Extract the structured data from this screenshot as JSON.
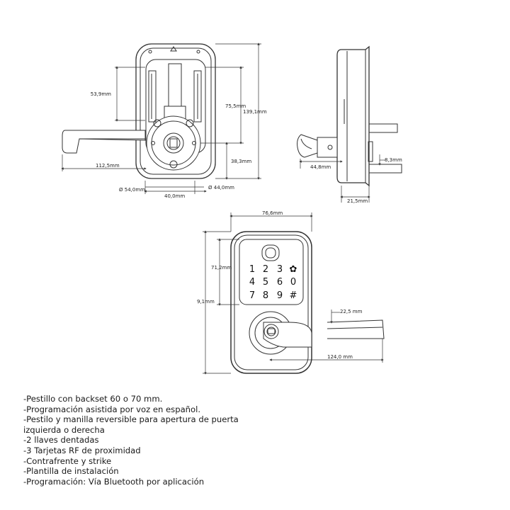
{
  "dimensions": {
    "d53_9": "53,9mm",
    "d75_5": "75,5mm",
    "d139_1": "139,1mm",
    "d112_5": "112,5mm",
    "d38_3": "38,3mm",
    "d54_0": "Ø 54,0mm",
    "d44_0": "Ø 44,0mm",
    "d40_0": "40,0mm",
    "d8_3": "8,3mm",
    "d44_8": "44,8mm",
    "d21_5": "21,5mm",
    "d76_6": "76,6mm",
    "d71_2": "71,2mm",
    "d9_1": "9,1mm",
    "d22_5": "22,5 mm",
    "d124_0": "124,0 mm"
  },
  "keypad": {
    "keys": [
      "1",
      "2",
      "3",
      "✿",
      "4",
      "5",
      "6",
      "0",
      "7",
      "8",
      "9",
      "#"
    ]
  },
  "features": [
    "-Pestillo con backset 60 o 70 mm.",
    "-Programación asistida por voz en español.",
    "-Pestilo y manilla reversible para apertura de puerta izquierda o derecha",
    "-2 llaves dentadas",
    "-3 Tarjetas RF de proximidad",
    "-Contrafrente y strike",
    "-Plantilla de instalación",
    "-Programación: Vía Bluetooth por aplicación"
  ]
}
